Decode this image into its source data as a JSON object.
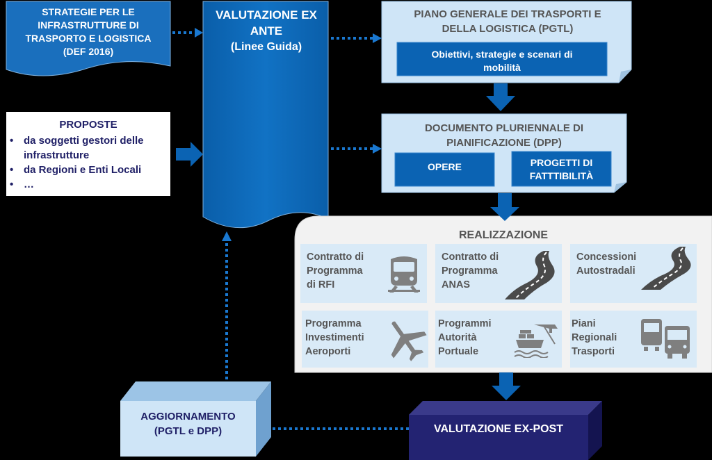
{
  "strategie": {
    "lines": [
      "STRATEGIE PER LE",
      "INFRASTRUTTURE DI",
      "TRASPORTO E LOGISTICA",
      "(DEF 2016)"
    ]
  },
  "valutazione_ex_ante": {
    "title_l1": "VALUTAZIONE EX",
    "title_l2": "ANTE",
    "subtitle": "(Linee Guida)"
  },
  "pgtl": {
    "title_l1": "PIANO GENERALE DEI TRASPORTI E",
    "title_l2": "DELLA LOGISTICA (PGTL)",
    "inner_l1": "Obiettivi, strategie e scenari di",
    "inner_l2": "mobilità"
  },
  "proposte": {
    "title": "PROPOSTE",
    "items": [
      "da soggetti gestori delle",
      "infrastrutture",
      "da Regioni e Enti Locali",
      "…"
    ]
  },
  "dpp": {
    "title_l1": "DOCUMENTO PLURIENNALE DI",
    "title_l2": "PIANIFICAZIONE (DPP)",
    "opere": "OPERE",
    "progetti_l1": "PROGETTI DI",
    "progetti_l2": "FATTTIBILITÀ"
  },
  "realizzazione": {
    "title": "REALIZZAZIONE",
    "cells": [
      {
        "lines": [
          "Contratto di",
          "Programma",
          "di RFI"
        ],
        "icon": "train-icon"
      },
      {
        "lines": [
          "Contratto di",
          "Programma",
          "ANAS"
        ],
        "icon": "road-icon"
      },
      {
        "lines": [
          "Concessioni",
          "Autostradali"
        ],
        "icon": "road-icon"
      },
      {
        "lines": [
          "Programma",
          "Investimenti",
          "Aeroporti"
        ],
        "icon": "airplane-icon"
      },
      {
        "lines": [
          "Programmi",
          "Autorità",
          "Portuale"
        ],
        "icon": "ship-port-icon"
      },
      {
        "lines": [
          "Piani",
          "Regionali",
          "Trasporti"
        ],
        "icon": "bus-icon"
      }
    ]
  },
  "aggiornamento": {
    "l1": "AGGIORNAMENTO",
    "l2": "(PGTL e DPP)"
  },
  "ex_post": {
    "label": "VALUTAZIONE EX-POST"
  },
  "colors": {
    "dark_blue": "#0b63b3",
    "light_blue": "#cfe5f7",
    "navy": "#1f1f66",
    "grey_text": "#555555"
  }
}
